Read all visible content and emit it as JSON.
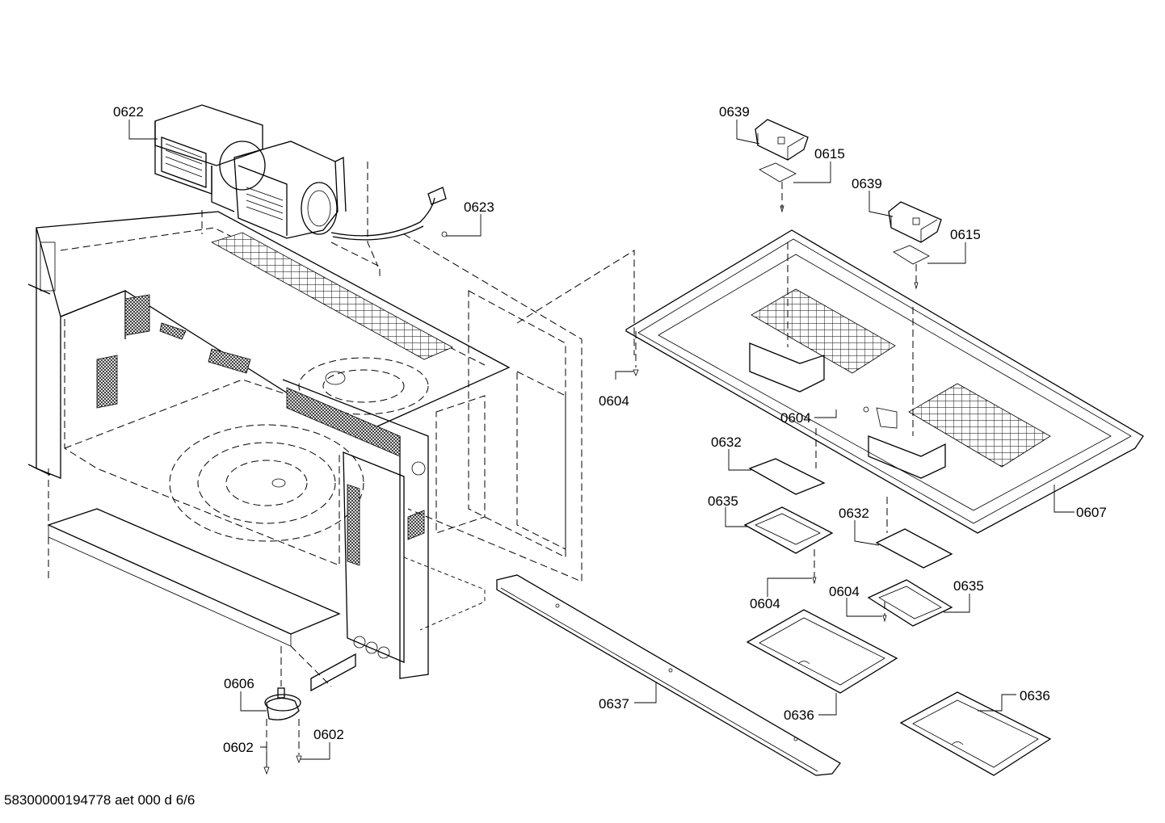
{
  "document_id": "58300000194778 aet 000 d 6/6",
  "callouts": {
    "c0622": "0622",
    "c0623": "0623",
    "c0604_a": "0604",
    "c0639_a": "0639",
    "c0615_a": "0615",
    "c0639_b": "0639",
    "c0615_b": "0615",
    "c0604_b": "0604",
    "c0632_a": "0632",
    "c0635_a": "0635",
    "c0607": "0607",
    "c0632_b": "0632",
    "c0604_c": "0604",
    "c0604_d": "0604",
    "c0635_b": "0635",
    "c0637": "0637",
    "c0636_a": "0636",
    "c0636_b": "0636",
    "c0606": "0606",
    "c0602_a": "0602",
    "c0602_b": "0602"
  }
}
